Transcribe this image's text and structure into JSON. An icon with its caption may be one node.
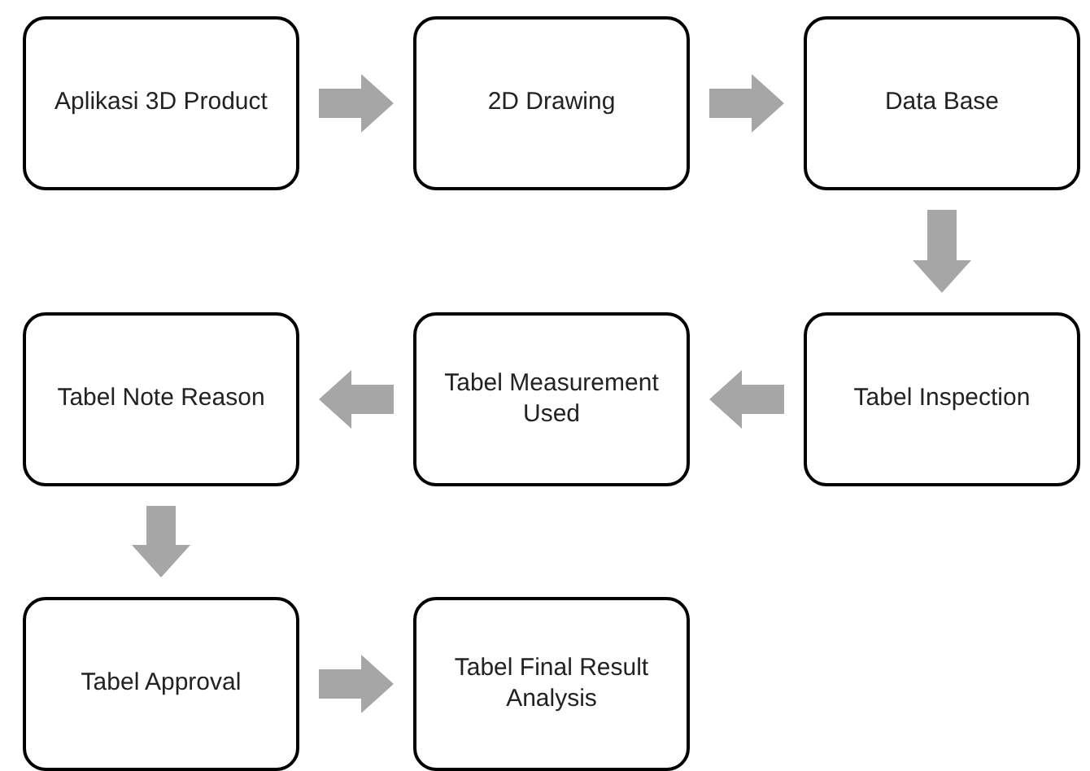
{
  "diagram": {
    "nodes": [
      {
        "text": [
          "Aplikasi 3D Product"
        ]
      },
      {
        "text": [
          "2D Drawing"
        ]
      },
      {
        "text": [
          "Data Base"
        ]
      },
      {
        "text": [
          "Tabel Inspection"
        ]
      },
      {
        "text": [
          "Tabel Measurement Used"
        ]
      },
      {
        "text": [
          "Tabel Note Reason"
        ]
      },
      {
        "text": [
          "Tabel Approval"
        ]
      },
      {
        "text": [
          "Tabel Final Result Analysis"
        ]
      }
    ],
    "edges": [
      {
        "from": 0,
        "to": 1,
        "arrow": "to"
      },
      {
        "from": 1,
        "to": 2,
        "arrow": "to"
      },
      {
        "from": 2,
        "to": 3,
        "arrow": "to"
      },
      {
        "from": 3,
        "to": 4,
        "arrow": "to"
      },
      {
        "from": 4,
        "to": 5,
        "arrow": "to"
      },
      {
        "from": 5,
        "to": 6,
        "arrow": "to"
      },
      {
        "from": 6,
        "to": 7,
        "arrow": "to"
      }
    ]
  }
}
